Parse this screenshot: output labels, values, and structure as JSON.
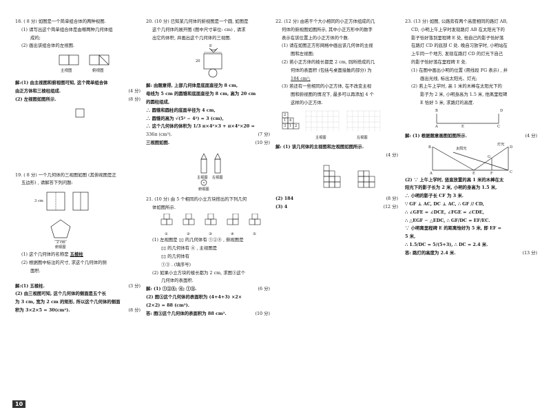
{
  "page_number": "10",
  "q18": {
    "stem": "18. ( 8 分) 如图是一个简单组合体的两种视图.",
    "sub1a": "(1) 请写出这个简单组合体是由哪两种几何体组",
    "sub1b": "成的;",
    "sub2": "(2) 画出该组合体的左视图.",
    "label_front": "主视图",
    "label_top": "俯视图",
    "sol1a": "解:(1) 由主视图和俯视图可知, 这个简单组合体",
    "sol1b": "由正方体和三棱柱组成.",
    "pts1": "(4 分)",
    "sol2": "(2) 左视图如图所示.",
    "pts2": "(8 分)"
  },
  "q19": {
    "stem_a": "19. ( 8 分) 一个几何体的三视图如图 (其俯视图是正",
    "stem_b": "五边形) , 请解答下列问题:",
    "dim_h": "3 cm",
    "dim_w": "2 cm",
    "label_top": "俯视图",
    "sub1": "(1) 这个几何体的名称是",
    "sub1_ans": "五棱柱",
    "sub2a": "(2) 根据图中标注的尺寸, 求这个几何体的侧",
    "sub2b": "面积.",
    "sol1": "解:(1) 五棱柱.",
    "pts1": "(3 分)",
    "sol2a": "(2) 由三视图可知, 这个几何体的侧面是五个长",
    "sol2b": "为 3 cm, 宽为 2 cm 的矩形, 所以这个几何体的侧面",
    "sol2c": "积为 3×2×5 = 30(cm²).",
    "pts2": "(8 分)"
  },
  "q20": {
    "stem_a": "20. (10 分) 已知某几何体的俯视图是一个圆, 如图是",
    "stem_b": "这个几何体的展开图 (图中尺寸单位: cm) , 请求",
    "stem_c": "出它的体积, 并画出这个几何体的三视图.",
    "dim8": "8",
    "dim20": "20",
    "sol_a": "解: 由题意得, 上部几何体是底面直径为 8 cm,",
    "sol_b": "母线为 5 cm 的圆锥和底面直径为 8 cm, 高为 20 cm",
    "sol_c": "的圆柱组成,",
    "sol_d": "∴ 圆锥和圆柱的底面半径为 4 cm,",
    "sol_e": "∴ 圆锥的高为 √(5² − 4²) = 3 (cm),",
    "sol_f": "∴ 这个几何体的体积为 1/3 π×4²×3 + π×4²×20 =",
    "sol_g": "336π (cm³).",
    "pts1": "(7 分)",
    "sol_h": "三视图如图.",
    "pts2": "(10 分)",
    "label_front": "主视图",
    "label_left": "左视图",
    "label_top": "俯视图"
  },
  "q21": {
    "stem_a": "21. (10 分) 由 5 个相同的小立方块搭出的下列几何",
    "stem_b": "体如图所示.",
    "fig_labels": [
      "①",
      "②",
      "③",
      "④",
      "⑤"
    ],
    "sub1a": "(1) 左视图是",
    "sub1b": "的几何体有 ①②⑤ , 俯视图是",
    "sub1c": "的几何体有 ④ , 主视图是",
    "sub1d": "的几何体有",
    "sub1e": "①③ . (填序号)",
    "sub2a": "(2) 如果小立方块的棱长都为 2 cm, 求图③这个",
    "sub2b": "几何体的表面积.",
    "sol1": "解: (1) ①②⑤; ④; ①③.",
    "pts1": "(6 分)",
    "sol2a": "(2) 图③这个几何体的表面积为 (4+4+3) ×2×",
    "sol2b": "(2×2) = 88 (cm²).",
    "sol2c": "答: 图③这个几何体的表面积为 88 cm².",
    "pts2": "(10 分)"
  },
  "q22": {
    "stem_a": "22. (12 分) 由若干个大小相同的小正方体组成的几",
    "stem_b": "何体的俯视图如图所示, 其中小正方形中的数字",
    "stem_c": "表示在该位置上的小正方体的个数.",
    "sub1a": "(1) 请在如图正方形网格中画出该几何体的主视",
    "sub1b": "图和左视图;",
    "sub2a": "(2) 若小正方体的棱长都是 2 cm, 则所搭成的几",
    "sub2b": "何体的表面积 (包括与桌面接触的部分) 为",
    "sub2c": "184 cm²;",
    "sub3a": "(3) 若还有一些相同的小正方体, 在不改变主视",
    "sub3b": "图和俯视图的情况下, 最多可以再添加 4 个",
    "sub3c": "这样的小正方体.",
    "grid_nums": [
      "2",
      "1",
      "4",
      "3",
      "1",
      "2"
    ],
    "label_front": "主视图",
    "label_left": "左视图",
    "sol1": "解: (1) 该几何体的主视图和左视图如图所示.",
    "pts1": "(4 分)",
    "sol2": "(2) 184",
    "pts2": "(8 分)",
    "sol3": "(3) 4",
    "pts3": "(12 分)"
  },
  "q23": {
    "stem_a": "23. (13 分) 如图, 公路旁有两个高度相同的路灯 AB,",
    "stem_b": "CD, 小明上午上学时发现路灯 AB 在太阳光下的",
    "stem_c": "影子恰好落到里程碑 E 处, 他自己的影子恰好落",
    "stem_d": "在路灯 CD 的底部 C 处. 晚自习放学时, 小明站在",
    "stem_e": "上午同一个地方, 发现在路灯 CD 的灯光下自己",
    "stem_f": "的影子恰好落在里程碑 E 处.",
    "sub1a": "(1) 在图中画出小明的位置 (用线段 FG 表示) , 并",
    "sub1b": "画出光线, 标出太阳光、灯光;",
    "sub2a": "(2) 若上午上学时, 高 1 米的木棒在太阳光下的",
    "sub2b": "影子为 2 米, 小明身高为 1.5 米, 他离里程碑",
    "sub2c": "E 恰好 5 米, 求路灯的高度.",
    "pts_a": [
      "A",
      "B",
      "C",
      "D",
      "E",
      "F",
      "G"
    ],
    "lbl_sun": "太阳光",
    "lbl_lamp": "灯光",
    "sol1": "解: (1) 根据题意画图如图所示.",
    "pts1": "(4 分)",
    "sol2a": "(2) ∵ 上午上学时, 竖直放置的高 1 米的木棒在太",
    "sol2b": "阳光下的影子长为 2 米, 小明的身高为 1.5 米,",
    "sol2c": "∴ 小明的影子长 CF 为 3 米.",
    "sol2d": "∵ GF ⊥ AC, DC ⊥ AC, ∴ GF // CD,",
    "sol2e": "∴ ∠GFE = ∠DCE, ∠FGE = ∠CDE,",
    "sol2f": "∴ △EGF ∽ △EDC, ∴ GF/DC = EF/EC.",
    "sol2g": "∵ 小明离里程碑 E 的距离恰好为 5 米, 即 EF =",
    "sol2h": "5 米,",
    "sol2i": "∴ 1.5/DC = 5/(5+3), ∴ DC = 2.4 米.",
    "sol2j": "答: 路灯的高度为 2.4 米.",
    "pts2": "(13 分)"
  }
}
